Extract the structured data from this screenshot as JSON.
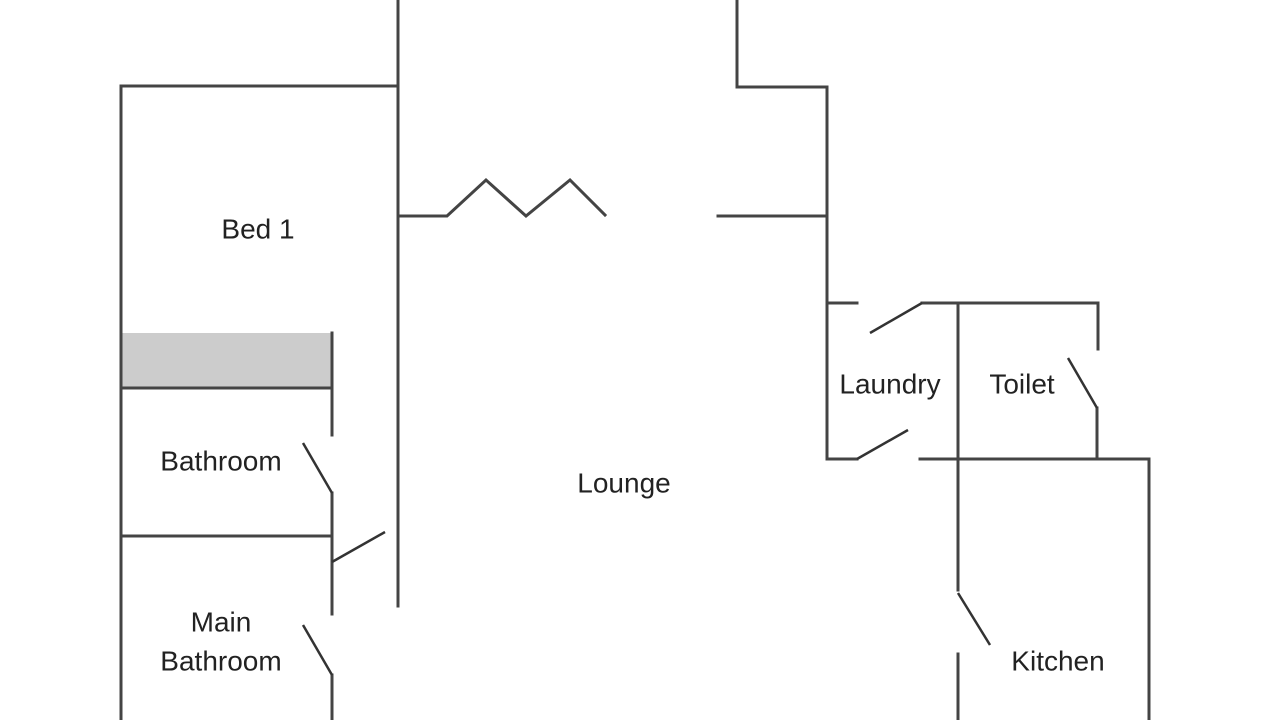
{
  "floor_plan": {
    "rooms": {
      "bed1": "Bed 1",
      "bathroom": "Bathroom",
      "lounge": "Lounge",
      "laundry": "Laundry",
      "toilet": "Toilet",
      "main_bathroom_line1": "Main",
      "main_bathroom_line2": "Bathroom",
      "kitchen": "Kitchen"
    },
    "colors": {
      "wall": "#444444",
      "storage_fill": "#cccccc"
    }
  }
}
